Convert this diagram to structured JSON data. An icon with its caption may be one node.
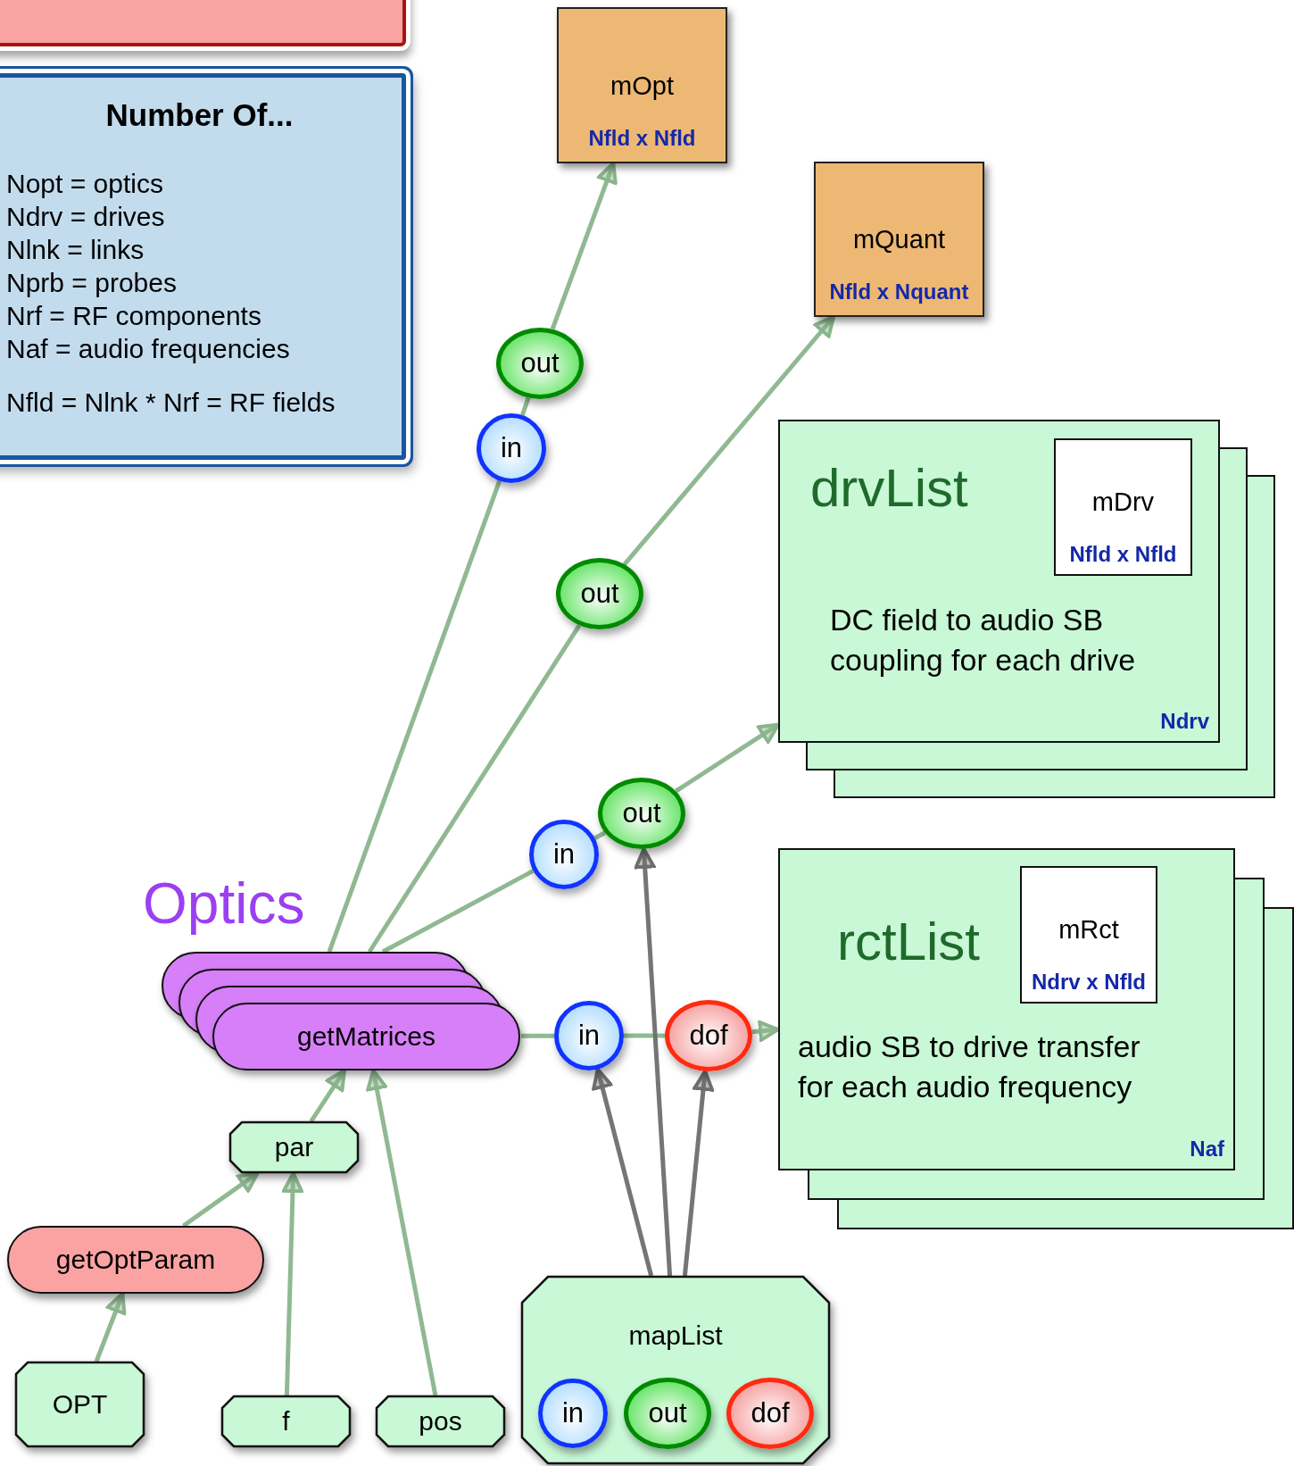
{
  "diagram": {
    "nodes": [
      {
        "text": [],
        "shape": "box"
      },
      {
        "text": [
          "Number Of...",
          "Nopt = optics",
          "Ndrv = drives",
          "Nlnk = links",
          "Nprb = probes",
          "Nrf = RF components",
          "Naf = audio frequencies",
          "Nfld = Nlnk * Nrf = RF fields"
        ]
      },
      {
        "text": [
          "mOpt",
          "Nfld x Nfld"
        ]
      },
      {
        "text": [
          "mQuant",
          "Nfld x Nquant"
        ]
      },
      {
        "text": [
          "out"
        ]
      },
      {
        "text": [
          "in"
        ]
      },
      {
        "text": [
          "drvList",
          "DC field to audio SB coupling for each drive",
          "Ndrv"
        ]
      },
      {
        "text": [
          "mDrv",
          "Nfld x Nfld"
        ],
        "in": 6
      },
      {
        "text": [
          "out"
        ]
      },
      {
        "text": [
          "out"
        ]
      },
      {
        "text": [
          "in"
        ]
      },
      {
        "text": [
          "rctList",
          "audio SB to drive transfer for each audio frequency",
          "Naf"
        ]
      },
      {
        "text": [
          "mRct",
          "Ndrv x Nfld"
        ],
        "in": 11
      },
      {
        "text": [
          "getMatrices"
        ]
      },
      {
        "text": [
          "in"
        ]
      },
      {
        "text": [
          "dof"
        ]
      },
      {
        "text": [
          "par"
        ]
      },
      {
        "text": [
          "getOptParam"
        ]
      },
      {
        "text": [
          "mapList"
        ]
      },
      {
        "text": [
          "in"
        ],
        "in": 18
      },
      {
        "text": [
          "out"
        ],
        "in": 18
      },
      {
        "text": [
          "dof"
        ],
        "in": 18
      },
      {
        "text": [
          "OPT"
        ]
      },
      {
        "text": [
          "f"
        ]
      },
      {
        "text": [
          "pos"
        ]
      }
    ],
    "edges": [
      {
        "from": 13,
        "to": 5,
        "arrow": "none"
      },
      {
        "from": 5,
        "to": 4,
        "arrow": "none"
      },
      {
        "from": 4,
        "to": 2,
        "arrow": "to"
      },
      {
        "from": 13,
        "to": 8,
        "arrow": "none"
      },
      {
        "from": 8,
        "to": 3,
        "arrow": "to"
      },
      {
        "from": 13,
        "to": 10,
        "arrow": "none"
      },
      {
        "from": 10,
        "to": 9,
        "arrow": "none"
      },
      {
        "from": 9,
        "to": 6,
        "arrow": "to"
      },
      {
        "from": 13,
        "to": 14,
        "arrow": "none"
      },
      {
        "from": 14,
        "to": 15,
        "arrow": "none"
      },
      {
        "from": 15,
        "to": 11,
        "arrow": "to"
      },
      {
        "from": 18,
        "to": 14,
        "arrow": "to",
        "color": "#6e6e6e"
      },
      {
        "from": 18,
        "to": 9,
        "arrow": "to",
        "color": "#6e6e6e"
      },
      {
        "from": 18,
        "to": 15,
        "arrow": "to",
        "color": "#6e6e6e"
      },
      {
        "from": 16,
        "to": 13,
        "arrow": "to"
      },
      {
        "from": 24,
        "to": 13,
        "arrow": "to"
      },
      {
        "from": 17,
        "to": 16,
        "arrow": "to"
      },
      {
        "from": 23,
        "to": 16,
        "arrow": "to"
      },
      {
        "from": 22,
        "to": 17,
        "arrow": "to"
      }
    ],
    "labels": [
      "Optics"
    ]
  }
}
